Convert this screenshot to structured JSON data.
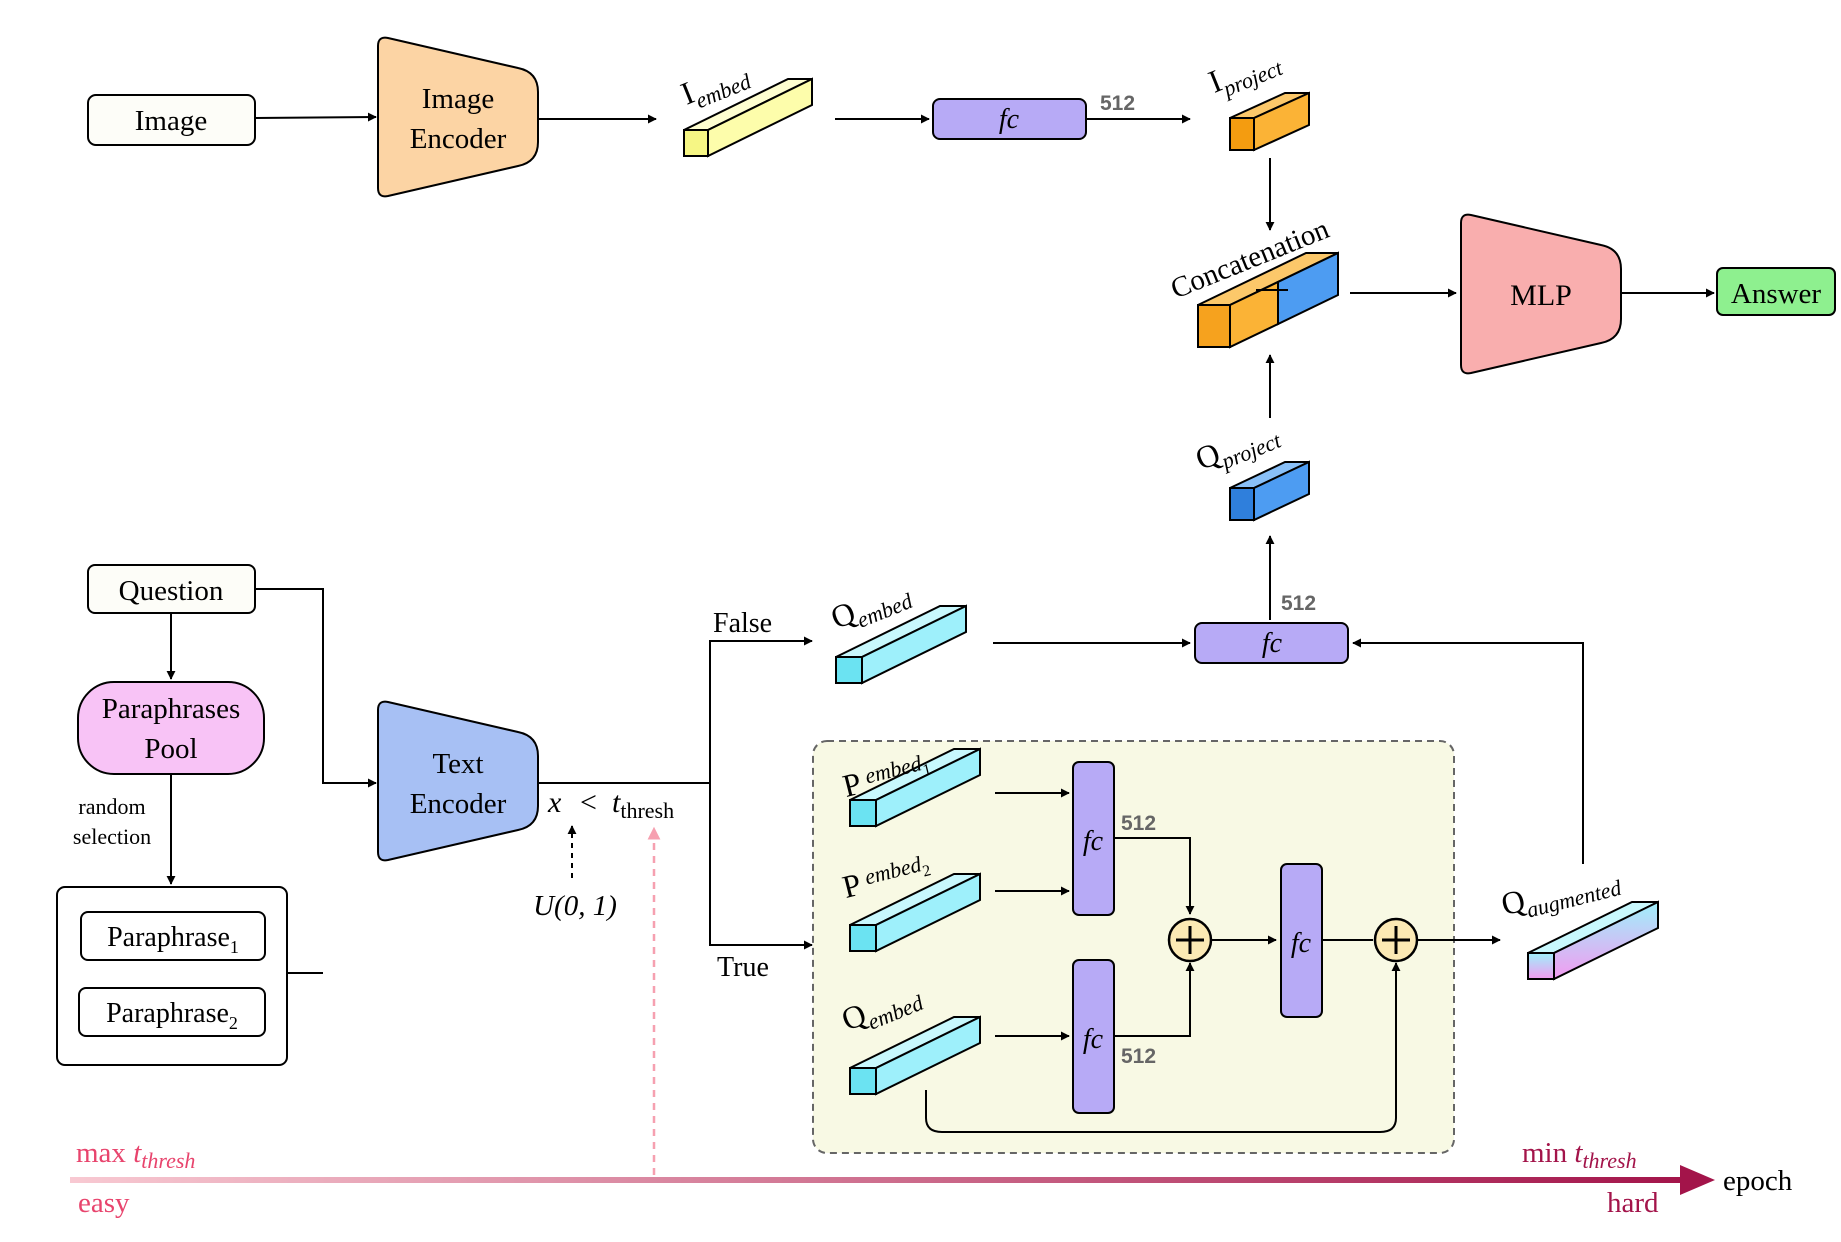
{
  "colors": {
    "image_encoder": "#fcd4a4",
    "text_encoder": "#a7c0f4",
    "mlp": "#f9aeae",
    "fc": "#b7aaf6",
    "answer": "#8ef08f",
    "paraphrases_pool": "#f8c3f6",
    "i_embed": "#fdfdab",
    "i_project": "#fbb336",
    "q_project": "#4d9cf2",
    "q_embed": "#9ef0fb",
    "container_fill": "#f8f9e4",
    "curriculum_light": "#f8c9d2",
    "curriculum_dark": "#a3144a",
    "max_label": "#e8446d"
  },
  "top_branch": {
    "image_label": "Image",
    "image_encoder_line1": "Image",
    "image_encoder_line2": "Encoder",
    "i_embed_main": "I",
    "i_embed_sub": "embed",
    "fc_label": "fc",
    "dim_label": "512",
    "i_project_main": "I",
    "i_project_sub": "project"
  },
  "fusion": {
    "concatenation_label": "Concatenation",
    "mlp_label": "MLP",
    "answer_label": "Answer",
    "q_project_main": "Q",
    "q_project_sub": "project"
  },
  "bottom_branch": {
    "question_label": "Question",
    "paraphrases_pool_line1": "Paraphrases",
    "paraphrases_pool_line2": "Pool",
    "random_selection_line1": "random",
    "random_selection_line2": "selection",
    "paraphrase1_main": "Paraphrase",
    "paraphrase1_sub": "1",
    "paraphrase2_main": "Paraphrase",
    "paraphrase2_sub": "2",
    "text_encoder_line1": "Text",
    "text_encoder_line2": "Encoder",
    "condition_x": "x",
    "condition_lt": "<",
    "condition_t": "t",
    "condition_sub": "thresh",
    "uniform_label": "U(0, 1)",
    "false_label": "False",
    "true_label": "True"
  },
  "false_path": {
    "q_embed_main": "Q",
    "q_embed_sub": "embed",
    "fc_label": "fc",
    "dim_label": "512"
  },
  "augmentation": {
    "p1_main": "P",
    "p1_sub": "embed",
    "p1_subsub": "1",
    "p2_main": "P",
    "p2_sub": "embed",
    "p2_subsub": "2",
    "q_main": "Q",
    "q_sub": "embed",
    "fc_label": "fc",
    "dim_label": "512",
    "q_aug_main": "Q",
    "q_aug_sub": "augmented"
  },
  "curriculum": {
    "max_main": "max ",
    "max_t": "t",
    "max_sub": "thresh",
    "min_main": "min ",
    "min_t": "t",
    "min_sub": "thresh",
    "easy_label": "easy",
    "hard_label": "hard",
    "epoch_label": "epoch"
  }
}
